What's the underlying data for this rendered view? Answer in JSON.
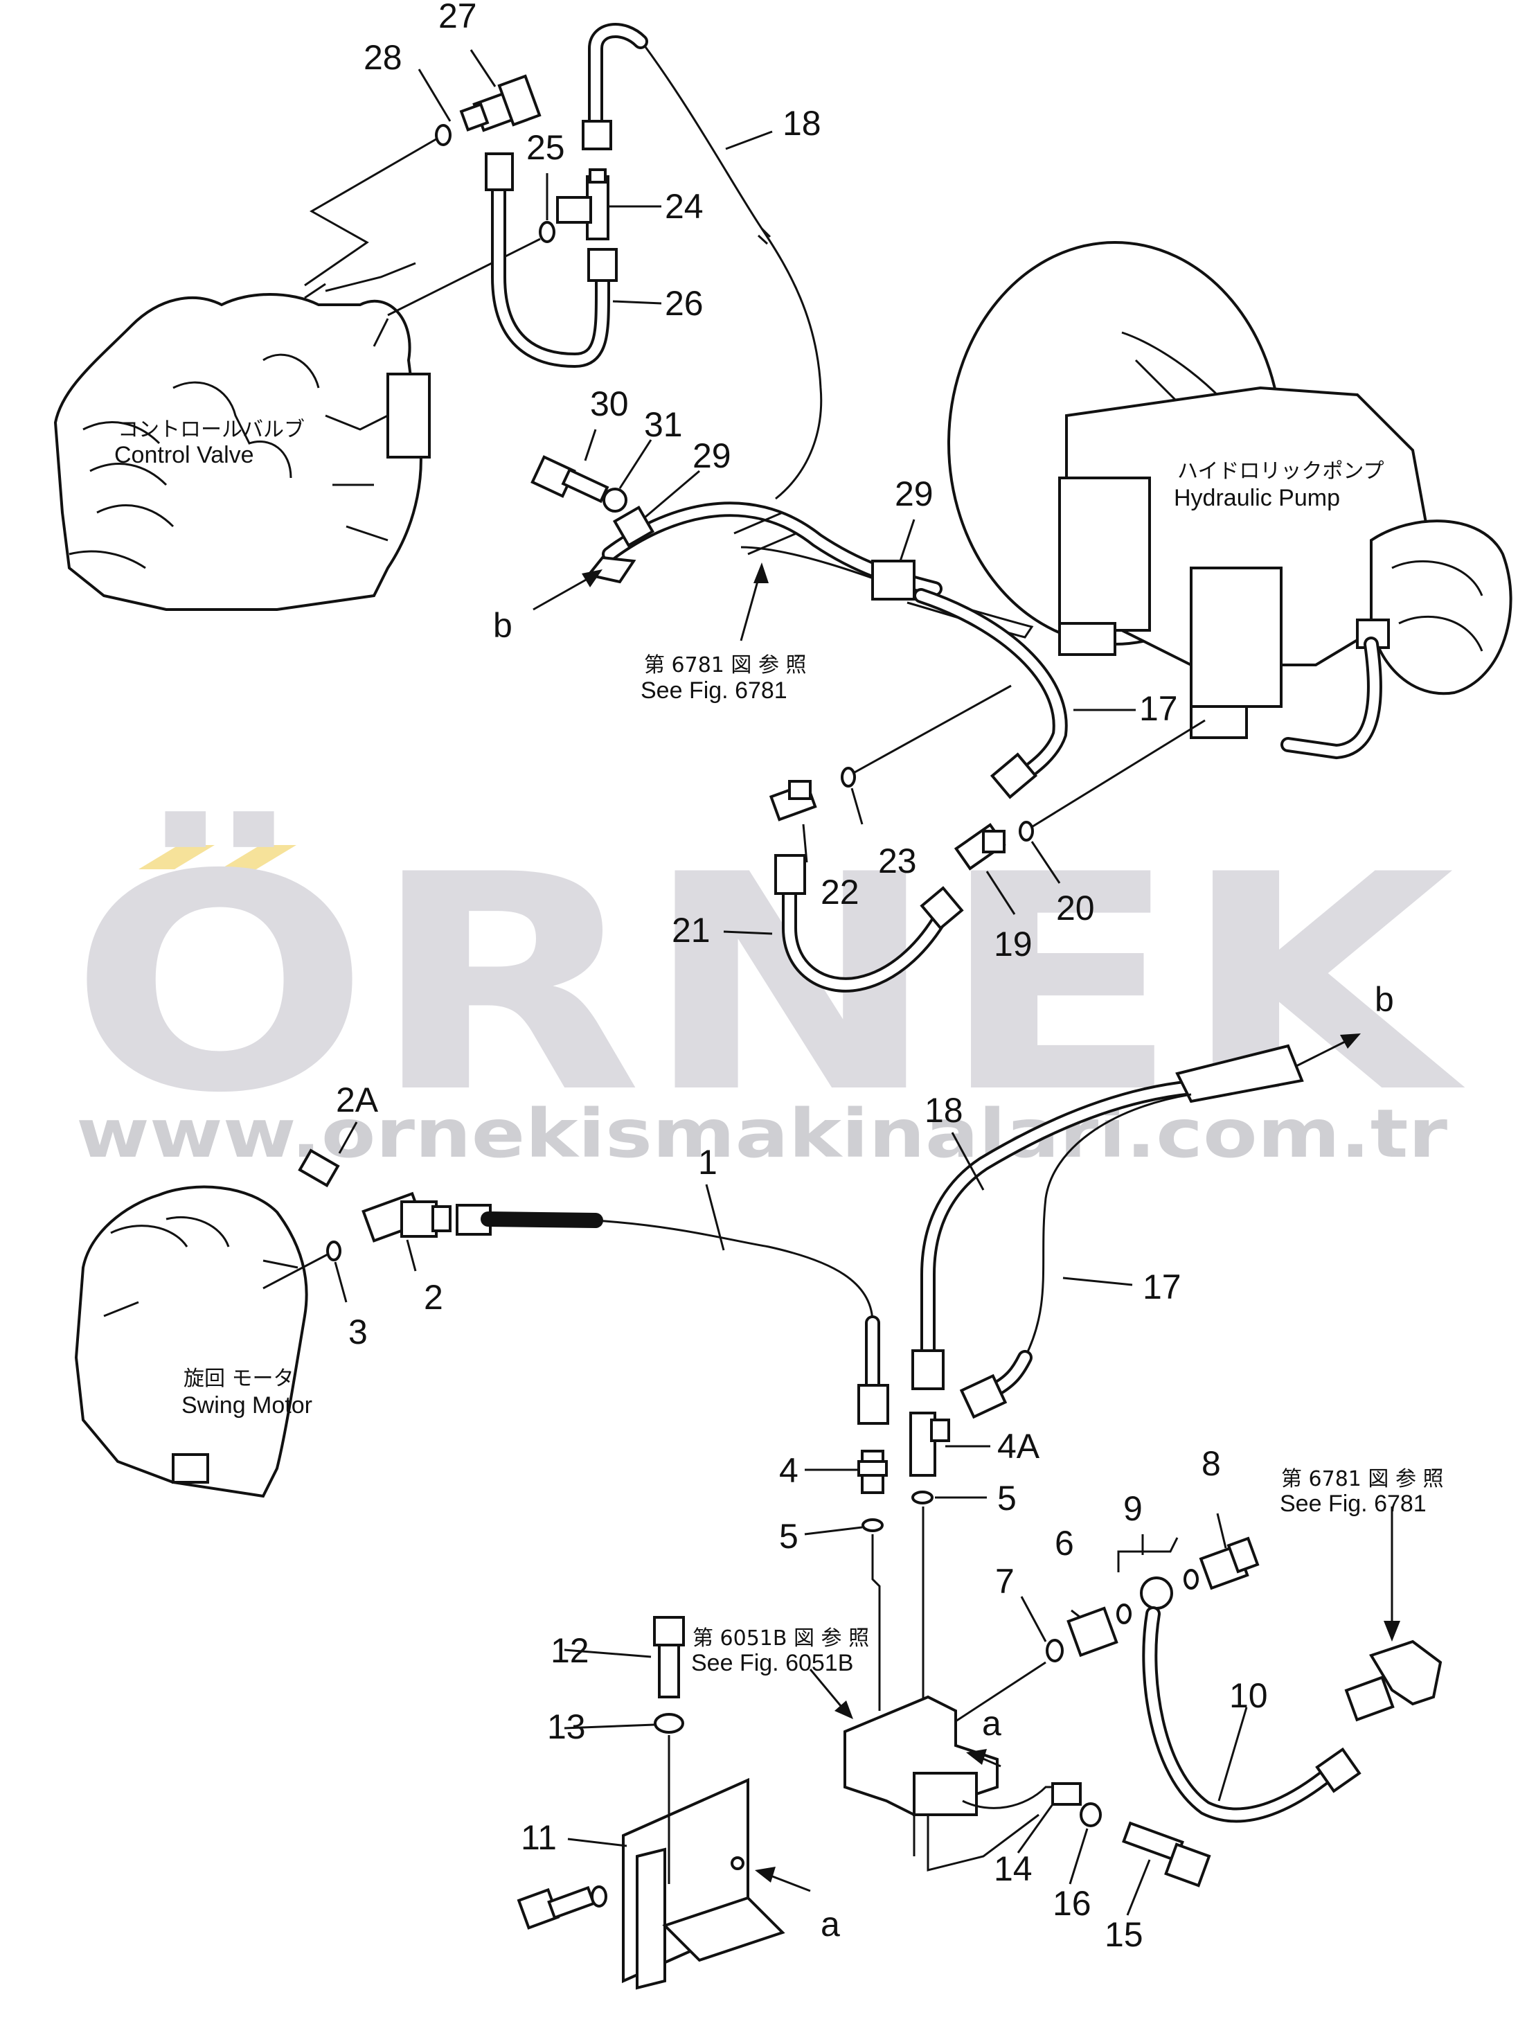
{
  "watermark": {
    "brand": "ÖRNEK",
    "url": "www.ornekismakinalari.com.tr",
    "umlaut_color": "#f6e29a",
    "brand_color": "#dcdbe0"
  },
  "components": {
    "control_valve_jp": "コントロールバルブ",
    "control_valve_en": "Control  Valve",
    "hydraulic_pump_jp": "ハイドロリックポンプ",
    "hydraulic_pump_en": "Hydraulic  Pump",
    "swing_motor_jp": "旋回  モータ",
    "swing_motor_en": "Swing Motor"
  },
  "references": {
    "ref_6781_top_jp": "第 6781 図 参 照",
    "ref_6781_top_en": "See Fig. 6781",
    "ref_6781_right_jp": "第 6781 図 参 照",
    "ref_6781_right_en": "See Fig. 6781",
    "ref_6051b_jp": "第 6051B 図 参 照",
    "ref_6051b_en": "See Fig. 6051B"
  },
  "callouts": {
    "p27": "27",
    "p28": "28",
    "p25": "25",
    "p24": "24",
    "p26": "26",
    "p18_top": "18",
    "p30": "30",
    "p31": "31",
    "p29_left": "29",
    "p29_right": "29",
    "b_left": "b",
    "p17_top": "17",
    "p23": "23",
    "p22": "22",
    "p20": "20",
    "p19": "19",
    "p21": "21",
    "b_right": "b",
    "p18_mid": "18",
    "p2A": "2A",
    "p1": "1",
    "p2": "2",
    "p3": "3",
    "p17_mid": "17",
    "p4": "4",
    "p4A": "4A",
    "p5_left": "5",
    "p5_right": "5",
    "p8": "8",
    "p9": "9",
    "p6": "6",
    "p7": "7",
    "p12": "12",
    "p13": "13",
    "a_top": "a",
    "p10": "10",
    "p11": "11",
    "p14": "14",
    "p16": "16",
    "p15": "15",
    "a_bottom": "a"
  }
}
